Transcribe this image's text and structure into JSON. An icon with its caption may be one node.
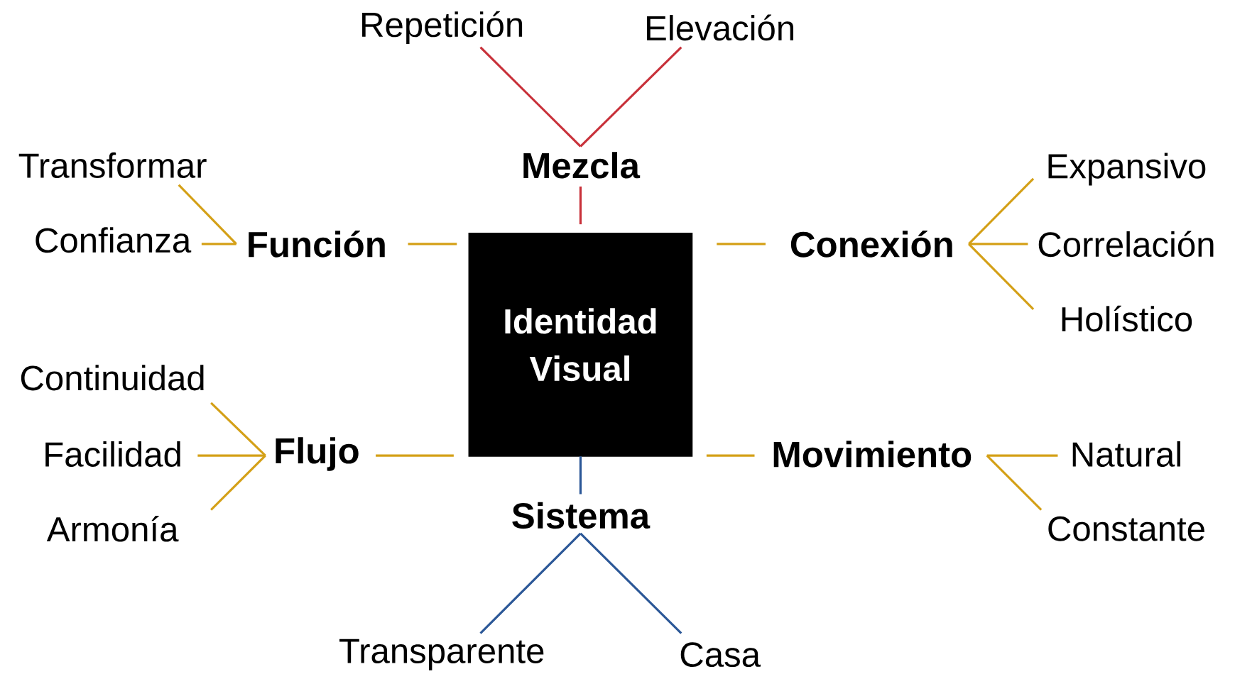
{
  "diagram": {
    "nodes": [
      {
        "text": [
          "Identidad Visual"
        ]
      },
      {
        "text": [
          "Mezcla"
        ]
      },
      {
        "text": [
          "Repetición"
        ]
      },
      {
        "text": [
          "Elevación"
        ]
      },
      {
        "text": [
          "Función"
        ]
      },
      {
        "text": [
          "Transformar"
        ]
      },
      {
        "text": [
          "Confianza"
        ]
      },
      {
        "text": [
          "Conexión"
        ]
      },
      {
        "text": [
          "Expansivo"
        ]
      },
      {
        "text": [
          "Correlación"
        ]
      },
      {
        "text": [
          "Holístico"
        ]
      },
      {
        "text": [
          "Flujo"
        ]
      },
      {
        "text": [
          "Continuidad"
        ]
      },
      {
        "text": [
          "Facilidad"
        ]
      },
      {
        "text": [
          "Armonía"
        ]
      },
      {
        "text": [
          "Movimiento"
        ]
      },
      {
        "text": [
          "Natural"
        ]
      },
      {
        "text": [
          "Constante"
        ]
      },
      {
        "text": [
          "Sistema"
        ]
      },
      {
        "text": [
          "Transparente"
        ]
      },
      {
        "text": [
          "Casa"
        ]
      }
    ],
    "edges": [
      {
        "from": 0,
        "to": 1,
        "arrow": "none",
        "color": "#c8313a"
      },
      {
        "from": 1,
        "to": 2,
        "arrow": "none",
        "color": "#c8313a"
      },
      {
        "from": 1,
        "to": 3,
        "arrow": "none",
        "color": "#c8313a"
      },
      {
        "from": 0,
        "to": 4,
        "arrow": "none"
      },
      {
        "from": 4,
        "to": 5,
        "arrow": "none"
      },
      {
        "from": 4,
        "to": 6,
        "arrow": "none"
      },
      {
        "from": 0,
        "to": 7,
        "arrow": "none"
      },
      {
        "from": 7,
        "to": 8,
        "arrow": "none"
      },
      {
        "from": 7,
        "to": 9,
        "arrow": "none"
      },
      {
        "from": 7,
        "to": 10,
        "arrow": "none"
      },
      {
        "from": 0,
        "to": 11,
        "arrow": "none"
      },
      {
        "from": 11,
        "to": 12,
        "arrow": "none"
      },
      {
        "from": 11,
        "to": 13,
        "arrow": "none"
      },
      {
        "from": 11,
        "to": 14,
        "arrow": "none"
      },
      {
        "from": 0,
        "to": 15,
        "arrow": "none"
      },
      {
        "from": 15,
        "to": 16,
        "arrow": "none"
      },
      {
        "from": 15,
        "to": 17,
        "arrow": "none"
      },
      {
        "from": 0,
        "to": 18,
        "arrow": "none",
        "color": "#2b5797"
      },
      {
        "from": 18,
        "to": 19,
        "arrow": "none",
        "color": "#2b5797"
      },
      {
        "from": 18,
        "to": 20,
        "arrow": "none",
        "color": "#2b5797"
      }
    ]
  }
}
